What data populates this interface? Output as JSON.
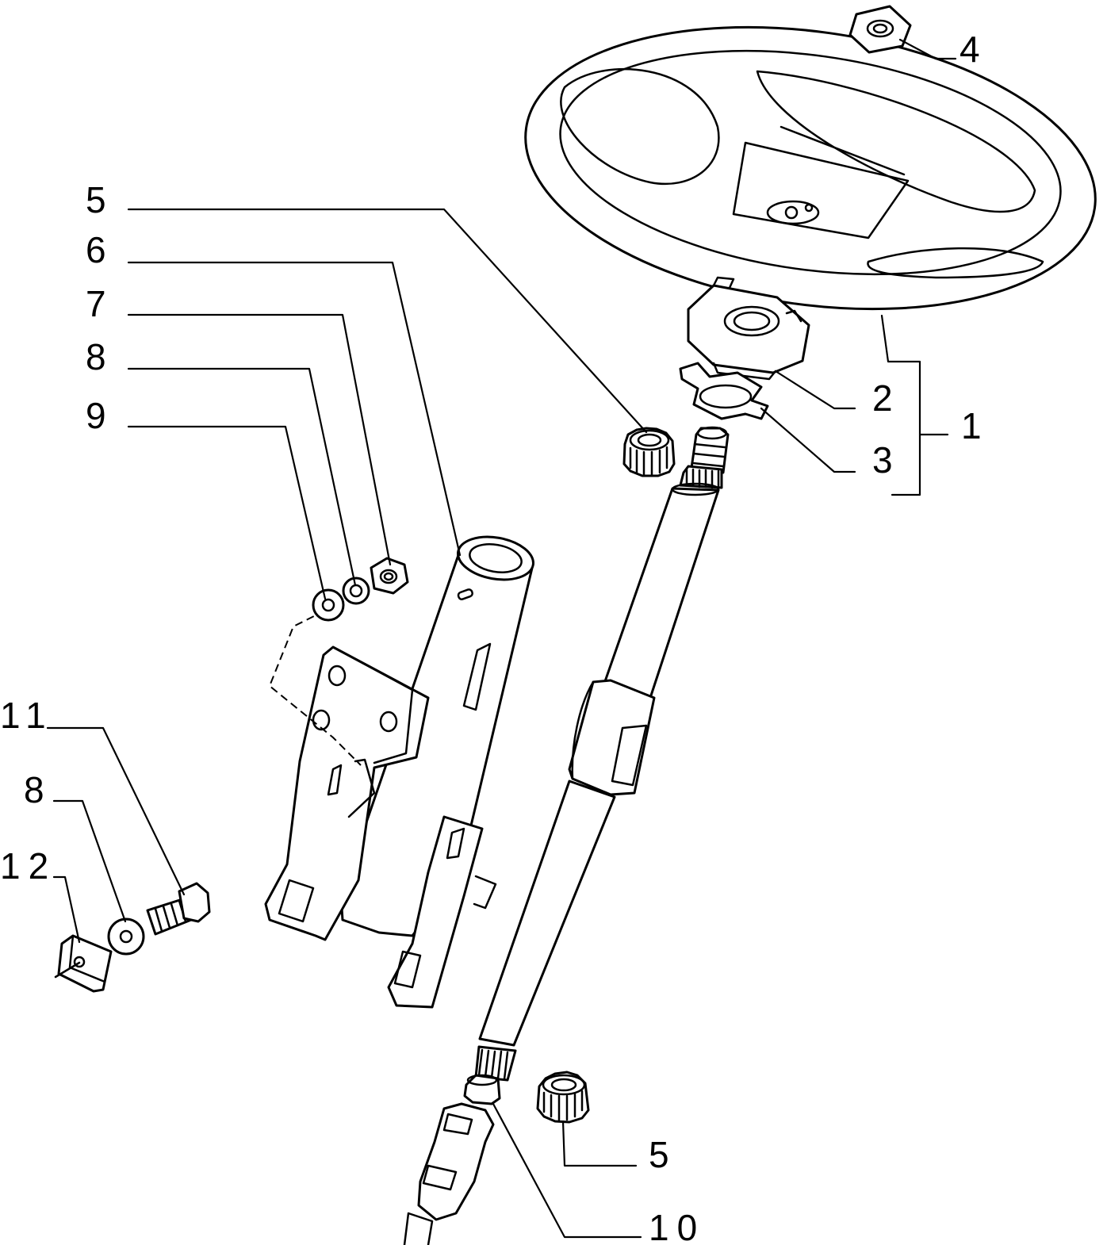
{
  "diagram": {
    "callouts": {
      "c1": "1",
      "c2": "2",
      "c3": "3",
      "c4": "4",
      "c5_top": "5",
      "c5_bottom": "5",
      "c6": "6",
      "c7": "7",
      "c8_top": "8",
      "c8_left": "8",
      "c9": "9",
      "c10": "10",
      "c11": "11",
      "c12": "12"
    },
    "parts": [
      "steering-wheel",
      "horn-contact-ring",
      "retaining-plate",
      "wheel-nut",
      "splined-ring",
      "steering-column-tube",
      "nut",
      "spring-washer",
      "flat-washer",
      "steering-shaft",
      "bolt",
      "clip-nut",
      "universal-joint"
    ]
  }
}
